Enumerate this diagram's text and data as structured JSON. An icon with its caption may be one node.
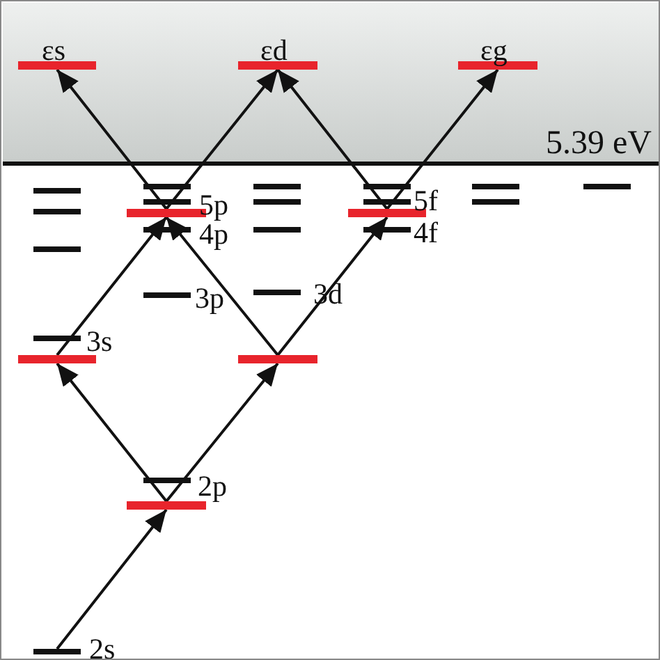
{
  "diagram": {
    "nodes": [
      {
        "text": [
          "5.39 eV"
        ]
      },
      {
        "text": [],
        "shape": "bar",
        "in": 0,
        "beside": [
          "εs"
        ]
      },
      {
        "text": [],
        "shape": "bar",
        "in": 0,
        "beside": [
          "εd"
        ]
      },
      {
        "text": [],
        "shape": "bar",
        "in": 0,
        "beside": [
          "εg"
        ]
      },
      {
        "text": [],
        "shape": "bar"
      },
      {
        "text": [],
        "shape": "bar"
      },
      {
        "text": [],
        "shape": "bar"
      },
      {
        "text": [],
        "shape": "bar"
      },
      {
        "text": [],
        "shape": "bar"
      },
      {
        "text": [],
        "shape": "bar",
        "beside": [
          "2s"
        ]
      }
    ],
    "edges": [
      {
        "from": 9,
        "to": 8,
        "arrow": "to"
      },
      {
        "from": 8,
        "to": 6,
        "arrow": "to"
      },
      {
        "from": 8,
        "to": 7,
        "arrow": "to"
      },
      {
        "from": 6,
        "to": 4,
        "arrow": "to"
      },
      {
        "from": 7,
        "to": 4,
        "arrow": "to"
      },
      {
        "from": 7,
        "to": 5,
        "arrow": "to"
      },
      {
        "from": 4,
        "to": 1,
        "arrow": "to"
      },
      {
        "from": 4,
        "to": 2,
        "arrow": "to"
      },
      {
        "from": 5,
        "to": 2,
        "arrow": "to"
      },
      {
        "from": 5,
        "to": 3,
        "arrow": "to"
      }
    ],
    "labels": [
      "5p",
      "5f",
      "4p",
      "4f",
      "3p",
      "3d",
      "3s",
      "2p"
    ]
  }
}
